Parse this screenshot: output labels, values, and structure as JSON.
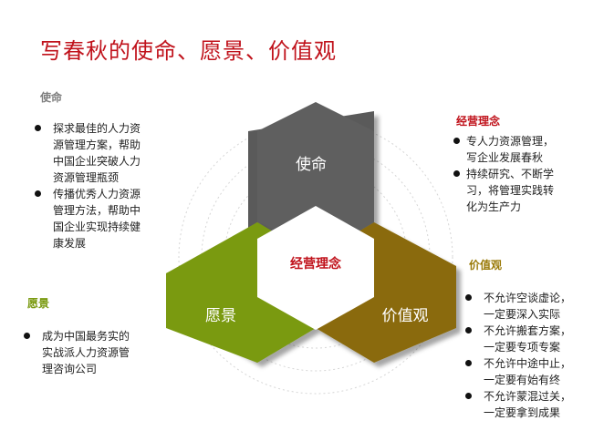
{
  "title": "写春秋的使命、愿景、价值观",
  "colors": {
    "title": "#c0121b",
    "mission": "#5a5a5a",
    "vision": "#7a9a10",
    "values": "#8a6a08",
    "center_text": "#c0121b"
  },
  "diagram": {
    "mission_label": "使命",
    "vision_label": "愿景",
    "values_label": "价值观",
    "center_label": "经营理念"
  },
  "mission": {
    "heading": "使命",
    "items": [
      "探求最佳的人力资\n源管理方案，帮助\n中国企业突破人力\n资源管理瓶颈",
      "传播优秀人力资源\n管理方法，帮助中\n国企业实现持续健\n康发展"
    ]
  },
  "vision": {
    "heading": "愿景",
    "items": [
      "成为中国最务实的\n实战派人力资源管\n理咨询公司"
    ]
  },
  "philosophy": {
    "heading": "经营理念",
    "items": [
      "专人力资源管理，\n写企业发展春秋",
      "持续研究、不断学\n习，将管理实践转\n化为生产力"
    ]
  },
  "values": {
    "heading": "价值观",
    "items": [
      "不允许空谈虚论，\n一定要深入实际",
      "不允许搬套方案，\n一定要专项专案",
      "不允许中途中止，\n一定要有始有终",
      "不允许蒙混过关，\n一定要拿到成果"
    ]
  }
}
